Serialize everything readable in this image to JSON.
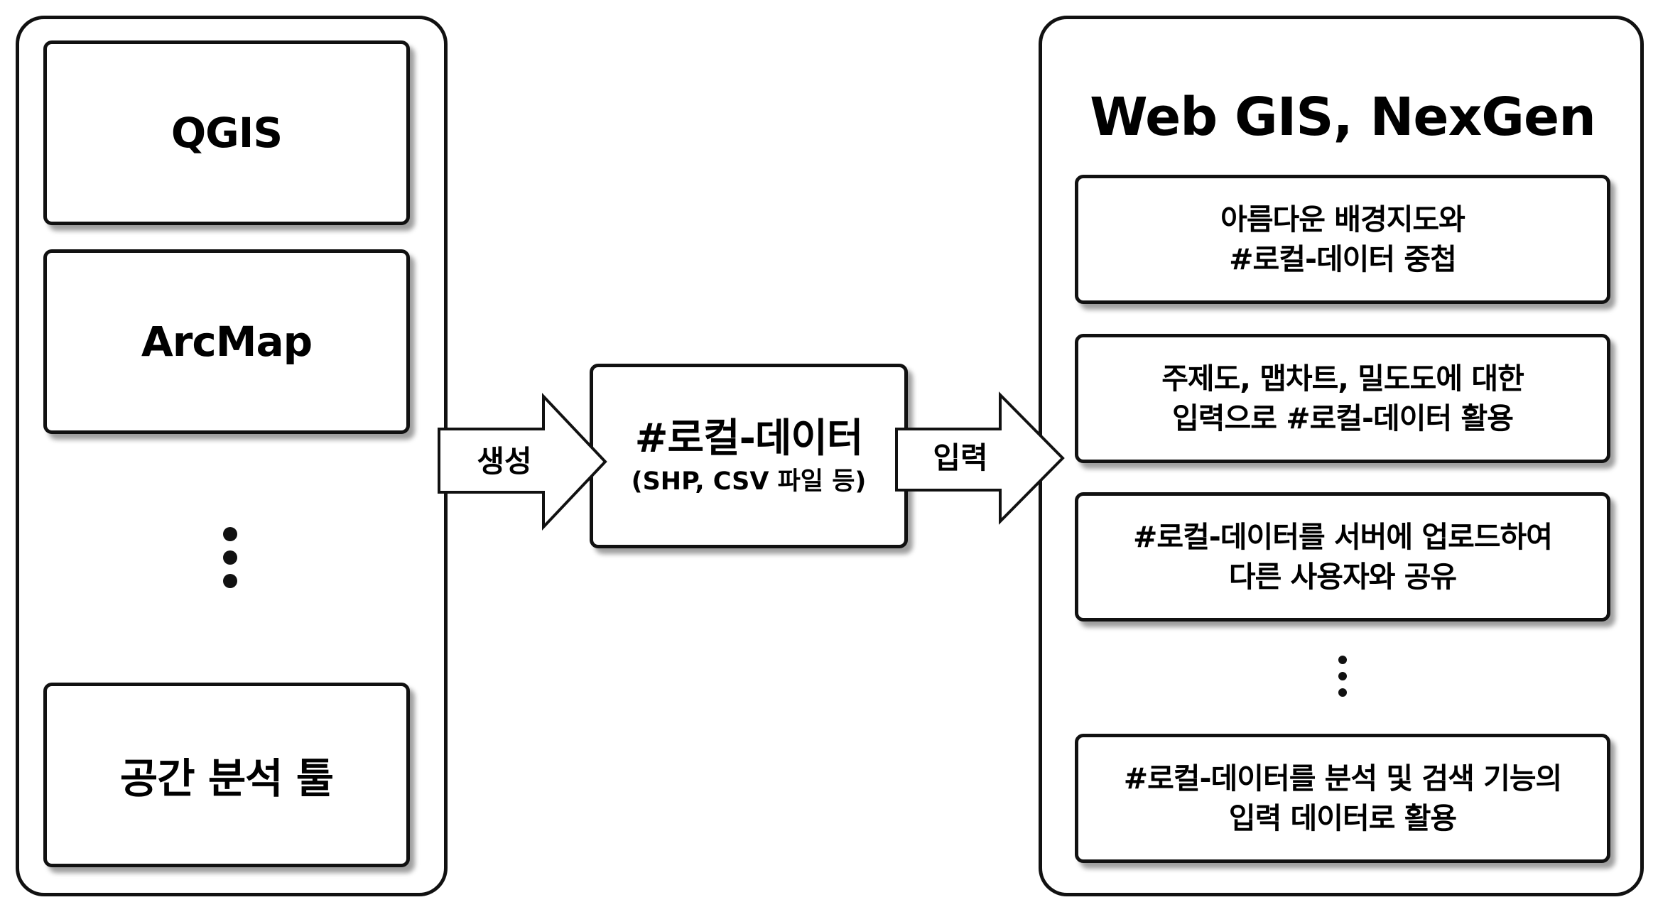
{
  "left_panel": {
    "tools": [
      "QGIS",
      "ArcMap",
      "공간 분석 툴"
    ]
  },
  "arrows": {
    "generate_label": "생성",
    "input_label": "입력"
  },
  "center": {
    "title": "#로컬-데이터",
    "subtitle": "(SHP, CSV 파일 등)"
  },
  "right_panel": {
    "title": "Web GIS, NexGen",
    "features": [
      {
        "line1": "아름다운 배경지도와",
        "line2": "#로컬-데이터 중첩"
      },
      {
        "line1": "주제도, 맵차트, 밀도도에 대한",
        "line2": "입력으로 #로컬-데이터 활용"
      },
      {
        "line1": "#로컬-데이터를 서버에 업로드하여",
        "line2": "다른 사용자와 공유"
      },
      {
        "line1": "#로컬-데이터를 분석 및 검색 기능의",
        "line2": "입력 데이터로 활용"
      }
    ]
  }
}
